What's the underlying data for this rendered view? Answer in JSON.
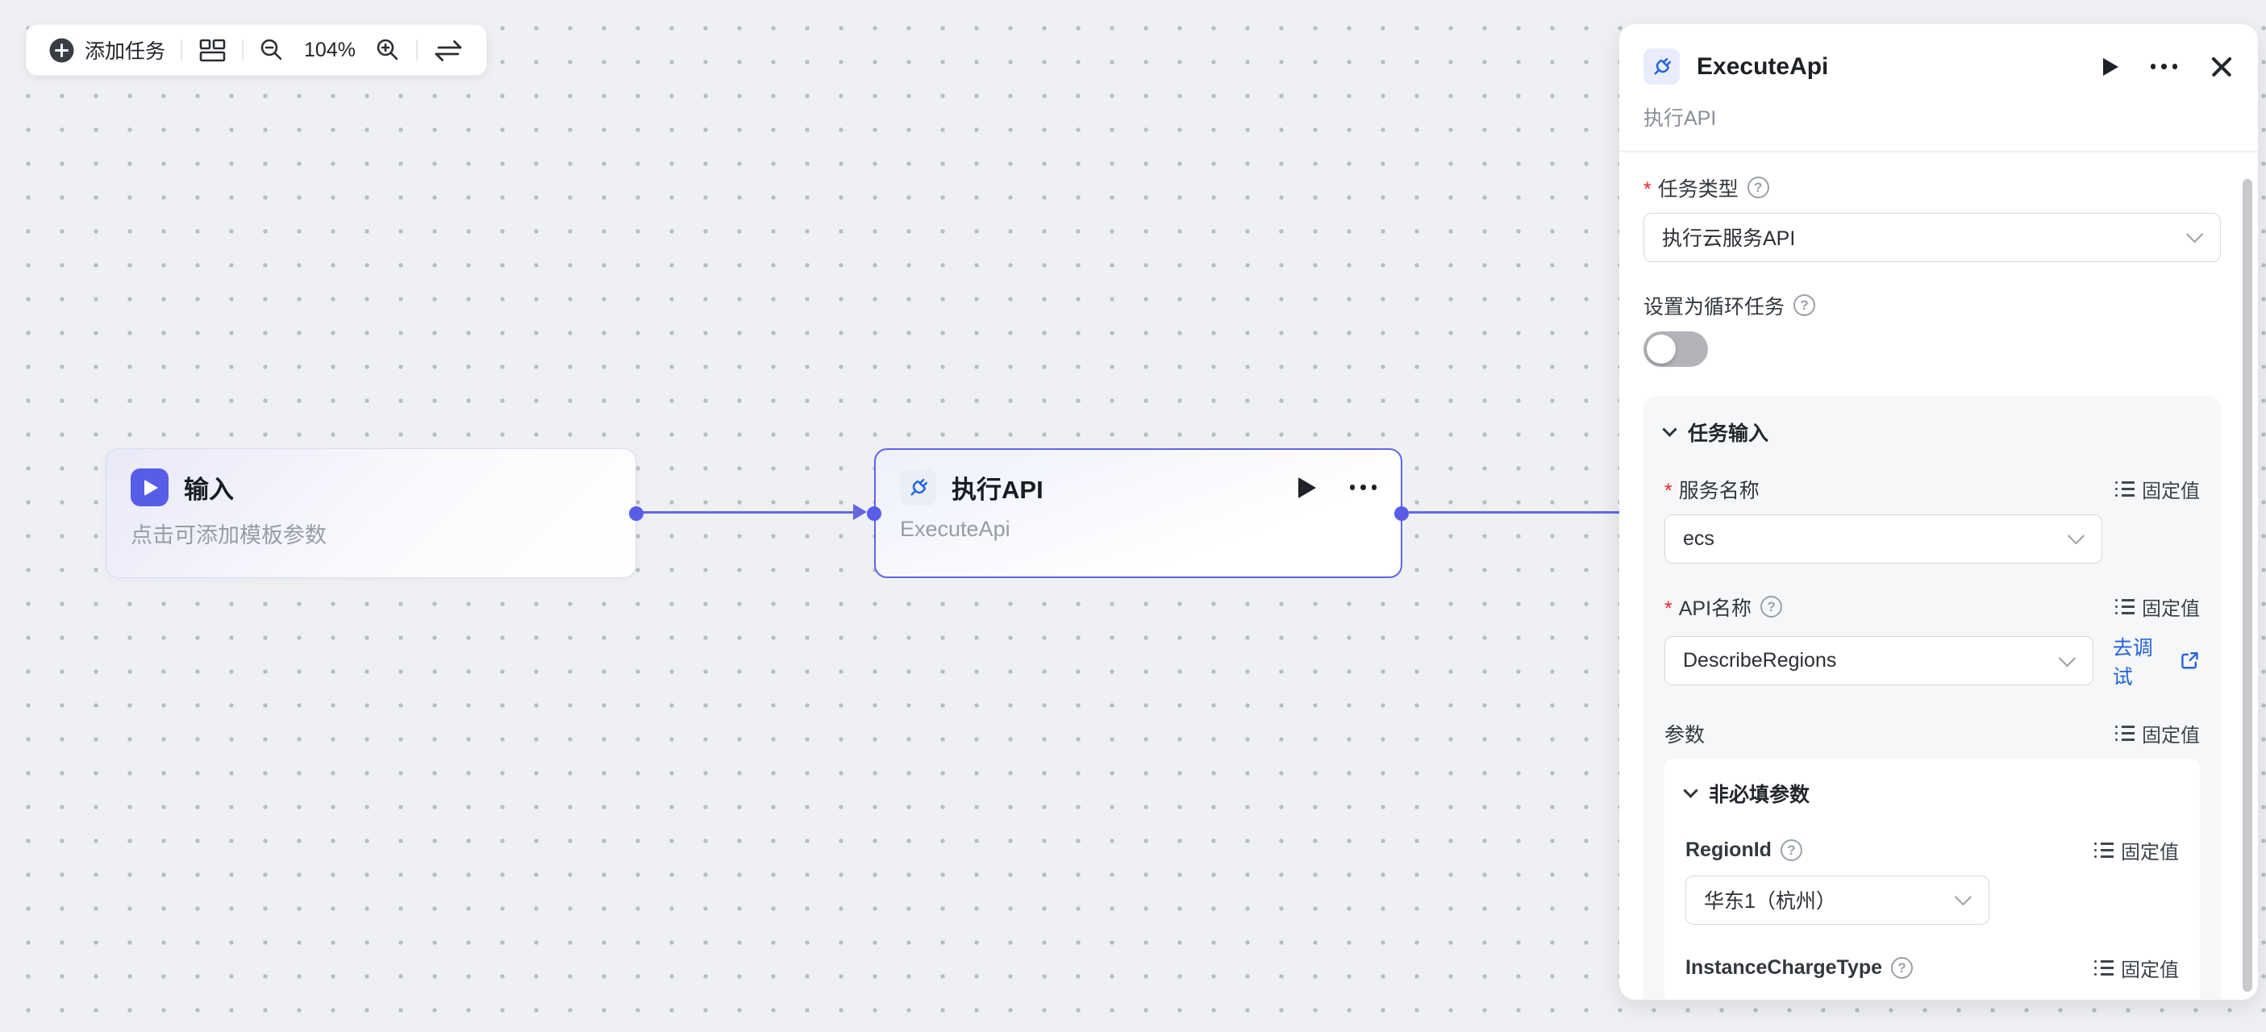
{
  "toolbar": {
    "add_task_label": "添加任务",
    "zoom_level": "104%"
  },
  "canvas": {
    "nodes": [
      {
        "id": "input",
        "title": "输入",
        "subtitle": "点击可添加模板参数"
      },
      {
        "id": "executeapi",
        "title": "执行API",
        "subtitle": "ExecuteApi",
        "selected": true
      }
    ]
  },
  "panel": {
    "title": "ExecuteApi",
    "subtitle": "执行API",
    "required_marker": "*",
    "sections": {
      "task_input": {
        "label": "任务输入"
      },
      "optional_params": {
        "label": "非必填参数"
      }
    },
    "fields": {
      "task_type": {
        "label": "任务类型",
        "value": "执行云服务API",
        "required": true
      },
      "loop_task": {
        "label": "设置为循环任务",
        "toggle_on": false
      },
      "service_name": {
        "label": "服务名称",
        "value": "ecs",
        "mode": "固定值",
        "required": true
      },
      "api_name": {
        "label": "API名称",
        "value": "DescribeRegions",
        "mode": "固定值",
        "required": true,
        "debug_label": "去调试"
      },
      "params": {
        "label": "参数",
        "mode": "固定值"
      },
      "region_id": {
        "label": "RegionId",
        "value": "华东1（杭州）",
        "mode": "固定值"
      },
      "instance_charge_type": {
        "label": "InstanceChargeType",
        "mode": "固定值"
      }
    }
  },
  "icons": {
    "help": "?"
  },
  "colors": {
    "accent_purple": "#6065e5",
    "edge_purple": "#6269e0",
    "node_icon_purple": "#585de8",
    "api_icon_blue": "#2566dd",
    "link_blue": "#2563d9",
    "required_red": "#f5222d",
    "toggle_off_gray": "#b2b4ba",
    "canvas_bg": "#eef0f3"
  }
}
